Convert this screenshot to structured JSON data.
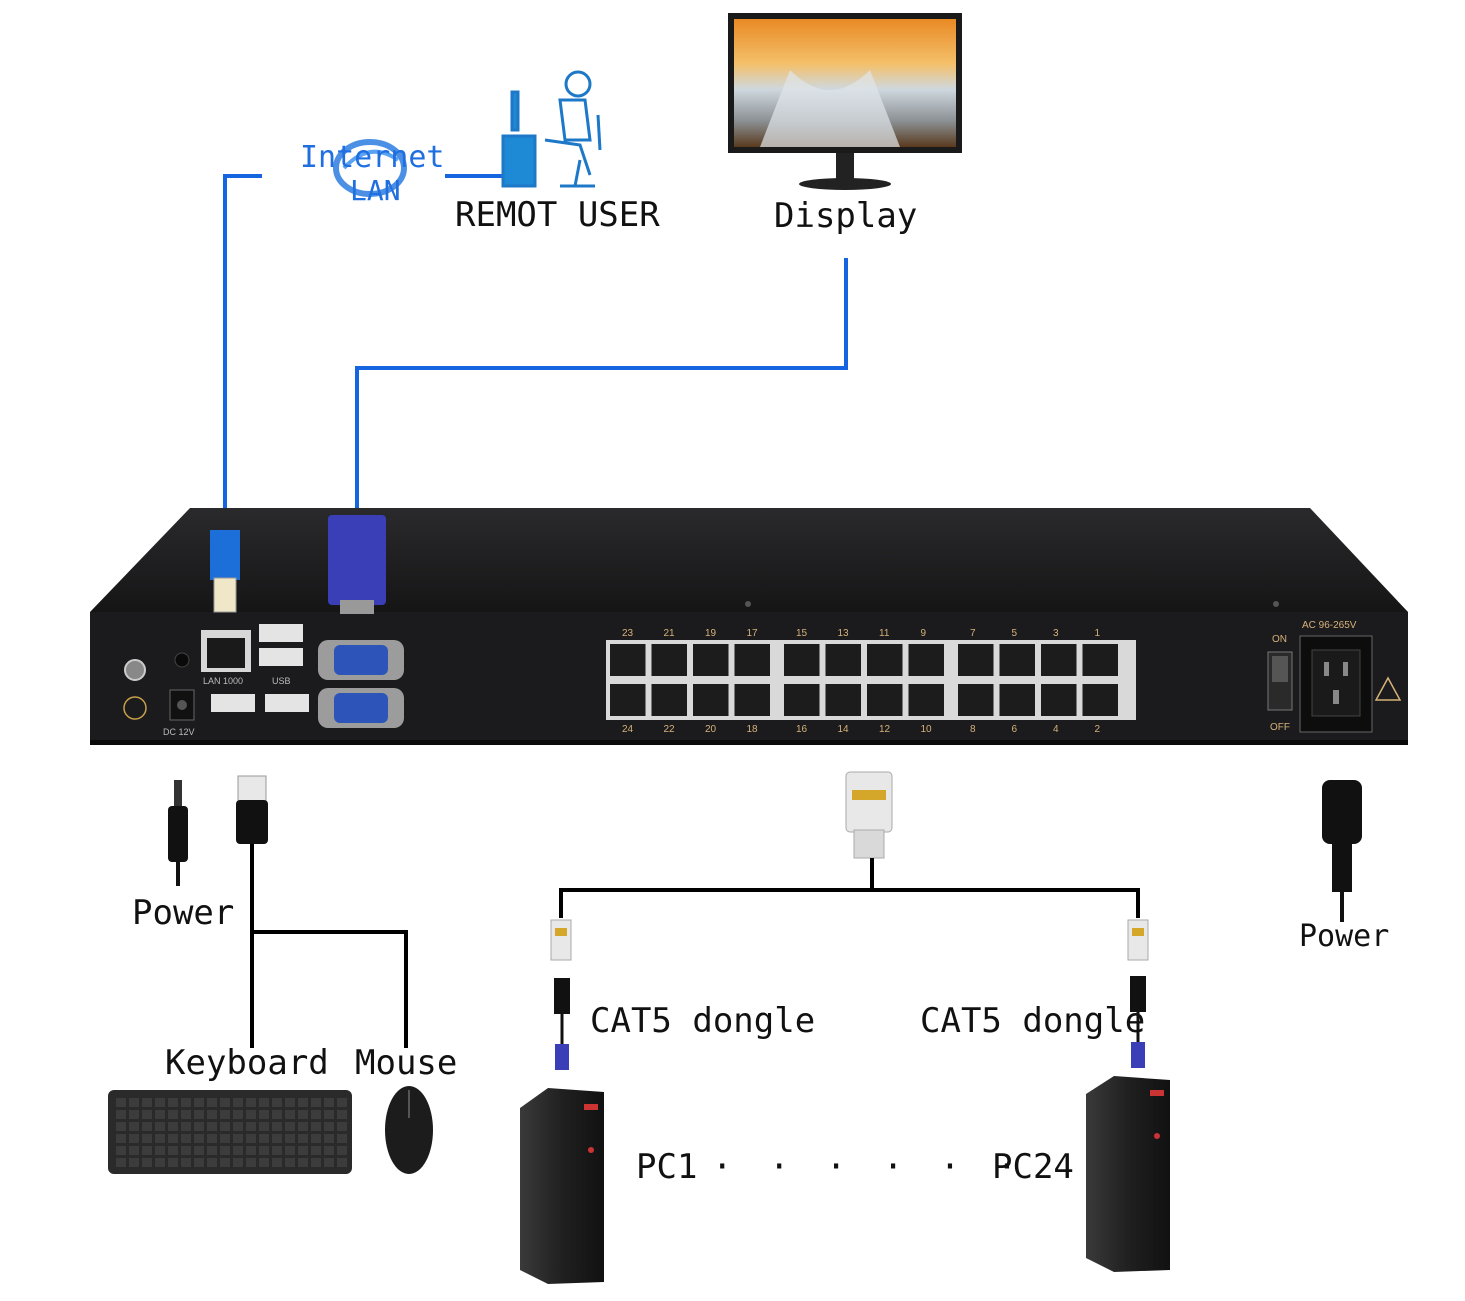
{
  "labels": {
    "internet": "Internet",
    "lan": "LAN",
    "remote_user": "REMOT USER",
    "display": "Display",
    "power_left": "Power",
    "power_right": "Power",
    "keyboard": "Keyboard",
    "mouse": "Mouse",
    "cat5_left": "CAT5 dongle",
    "cat5_right": "CAT5 dongle",
    "pc1": "PC1",
    "pc_dots": "· · · · · ·",
    "pc24": "PC24"
  },
  "device": {
    "top_port_numbers": [
      "23",
      "21",
      "19",
      "17",
      "15",
      "13",
      "11",
      "9",
      "7",
      "5",
      "3",
      "1"
    ],
    "bottom_port_numbers": [
      "24",
      "22",
      "20",
      "18",
      "16",
      "14",
      "12",
      "10",
      "8",
      "6",
      "4",
      "2"
    ],
    "lan_label": "LAN 1000",
    "usb_label": "USB",
    "dc_label": "DC 12V",
    "ac_label": "AC 96-265V",
    "on_label": "ON",
    "off_label": "OFF"
  },
  "colors": {
    "cable_blue": "#1565e0",
    "device_body": "#1b1b1d",
    "line_black": "#000000",
    "port_gold": "#d6b27a"
  }
}
